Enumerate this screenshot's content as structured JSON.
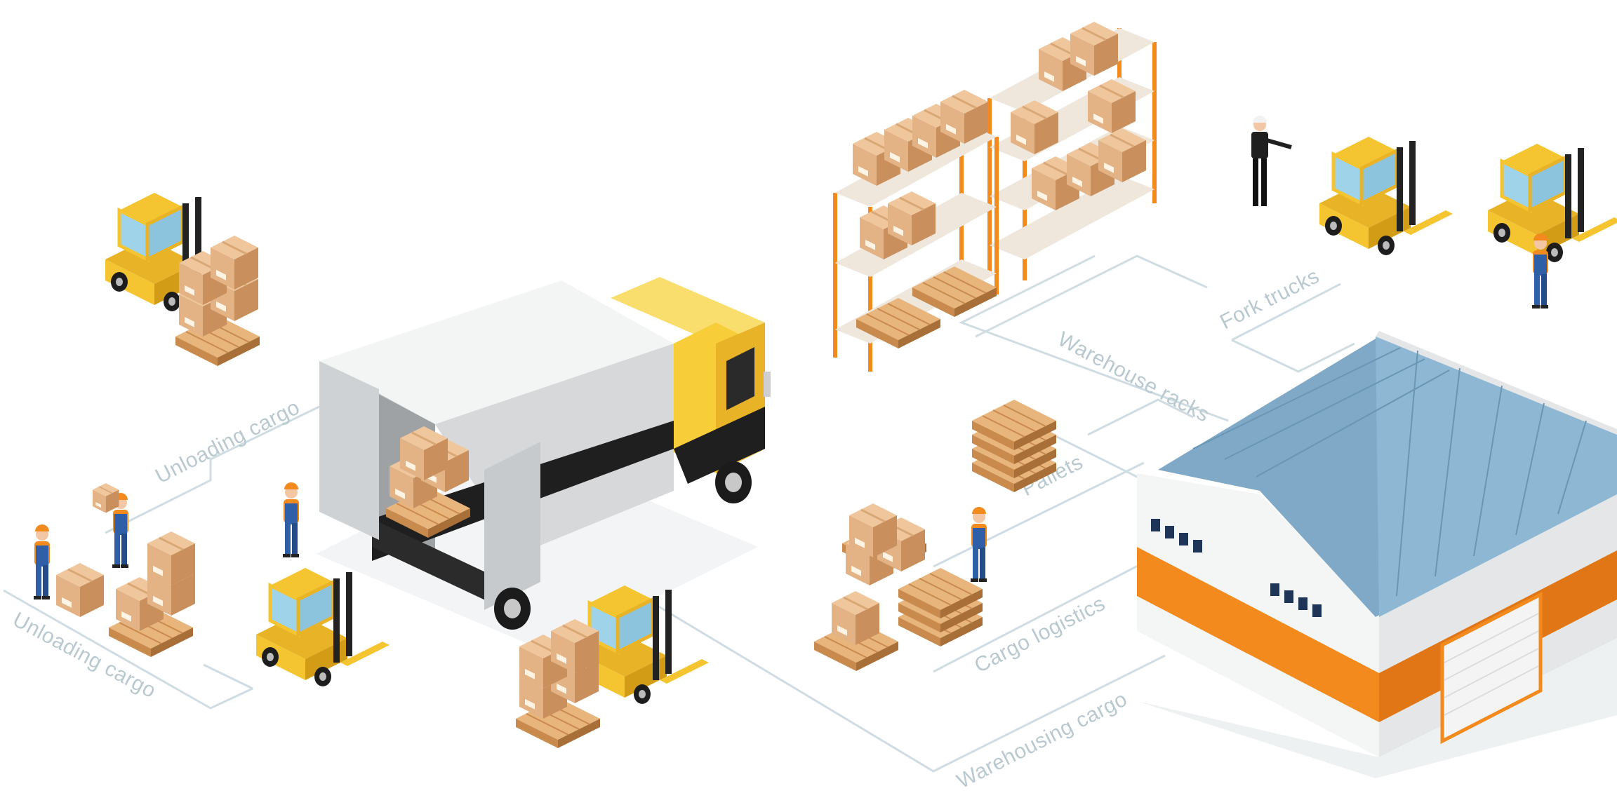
{
  "labels": {
    "unloading_cargo_top": "Unloading cargo",
    "unloading_cargo_bottom": "Unloading cargo",
    "warehouse_racks": "Warehouse racks",
    "fork_trucks": "Fork trucks",
    "pallets": "Pallets",
    "cargo_logistics": "Cargo logistics",
    "warehousing_cargo": "Warehousing cargo"
  },
  "colors": {
    "connector": "#cfdde3",
    "label": "#b9c9d0",
    "forklift_yellow": "#f5c431",
    "rack_orange": "#f28a1e",
    "box_tan": "#e3b285",
    "pallet_wood": "#dca36a",
    "roof_blue": "#7fa9c6",
    "warehouse_stripe": "#f28a1e",
    "worker_blue": "#2f5fa6",
    "truck_cab_yellow": "#f7cd3a"
  },
  "icons": [
    "forklift-icon",
    "cargo-box-icon",
    "pallet-icon",
    "truck-icon",
    "worker-icon",
    "manager-icon",
    "rack-icon",
    "warehouse-icon"
  ]
}
